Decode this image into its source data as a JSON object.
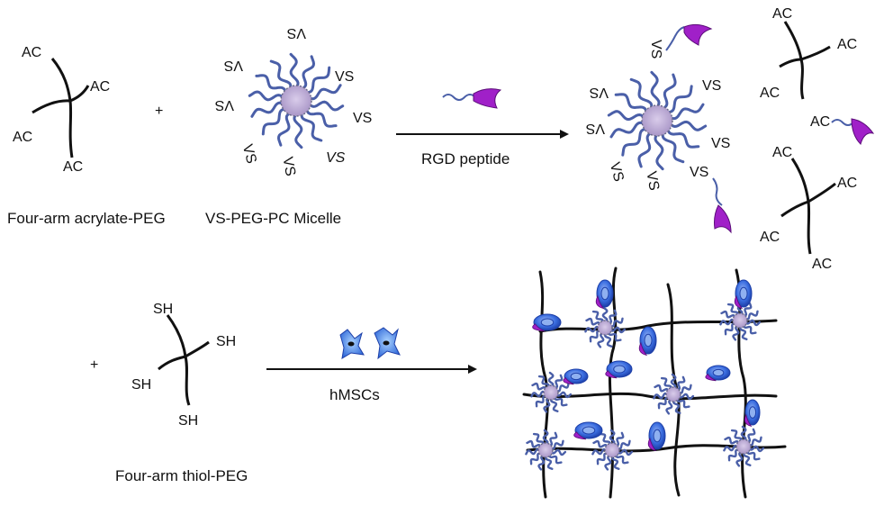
{
  "plus_sign": "+",
  "acrylate_group": "AC",
  "vinylsulfone_group": "VS",
  "thiol_group": "SH",
  "labels": {
    "four_arm_acrylate_peg": "Four-arm acrylate-PEG",
    "vs_peg_pc_micelle": "VS-PEG-PC Micelle",
    "four_arm_thiol_peg": "Four-arm thiol-PEG"
  },
  "arrows": {
    "step1_label": "RGD peptide",
    "step2_label": "hMSCs"
  },
  "colors": {
    "peg_chain": "#4a5fa8",
    "micelle_core": "#b7a7cf",
    "micelle_core_dots": "#6a6a86",
    "rgd_peptide": "#a020c8",
    "cell_outer": "#2d5fd8",
    "cell_inner": "#8fb0f0",
    "network_strand": "#111111"
  }
}
